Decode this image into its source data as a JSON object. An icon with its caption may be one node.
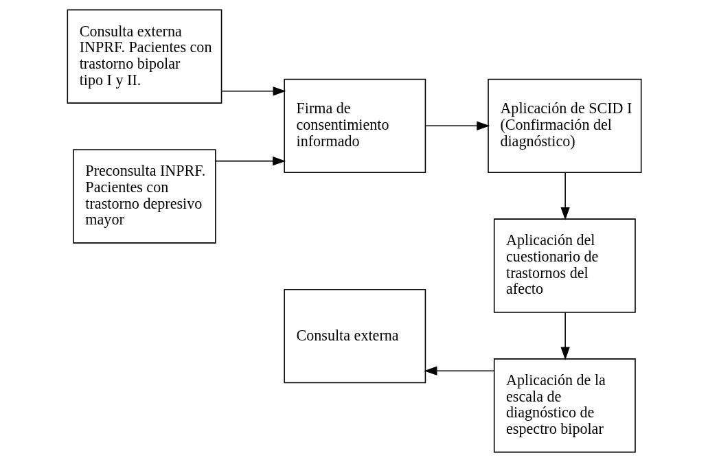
{
  "diagram": {
    "nodes": [
      {
        "text": [
          "Consulta externa INPRF. Pacientes con trastorno bipolar tipo I y II."
        ]
      },
      {
        "text": [
          "Preconsulta INPRF. Pacientes con trastorno depresivo mayor"
        ]
      },
      {
        "text": [
          "Firma de consentimiento informado"
        ]
      },
      {
        "text": [
          "Aplicación de SCID I (Confirmación del diagnóstico)"
        ]
      },
      {
        "text": [
          "Aplicación del cuestionario de trastornos del afecto"
        ]
      },
      {
        "text": [
          "Aplicación de la escala de diagnóstico de espectro bipolar"
        ]
      },
      {
        "text": [
          "Consulta externa"
        ]
      }
    ],
    "edges": [
      {
        "from": 0,
        "to": 2,
        "arrow": "to"
      },
      {
        "from": 1,
        "to": 2,
        "arrow": "to"
      },
      {
        "from": 2,
        "to": 3,
        "arrow": "to"
      },
      {
        "from": 3,
        "to": 4,
        "arrow": "to"
      },
      {
        "from": 4,
        "to": 5,
        "arrow": "to"
      },
      {
        "from": 5,
        "to": 6,
        "arrow": "to"
      }
    ]
  }
}
